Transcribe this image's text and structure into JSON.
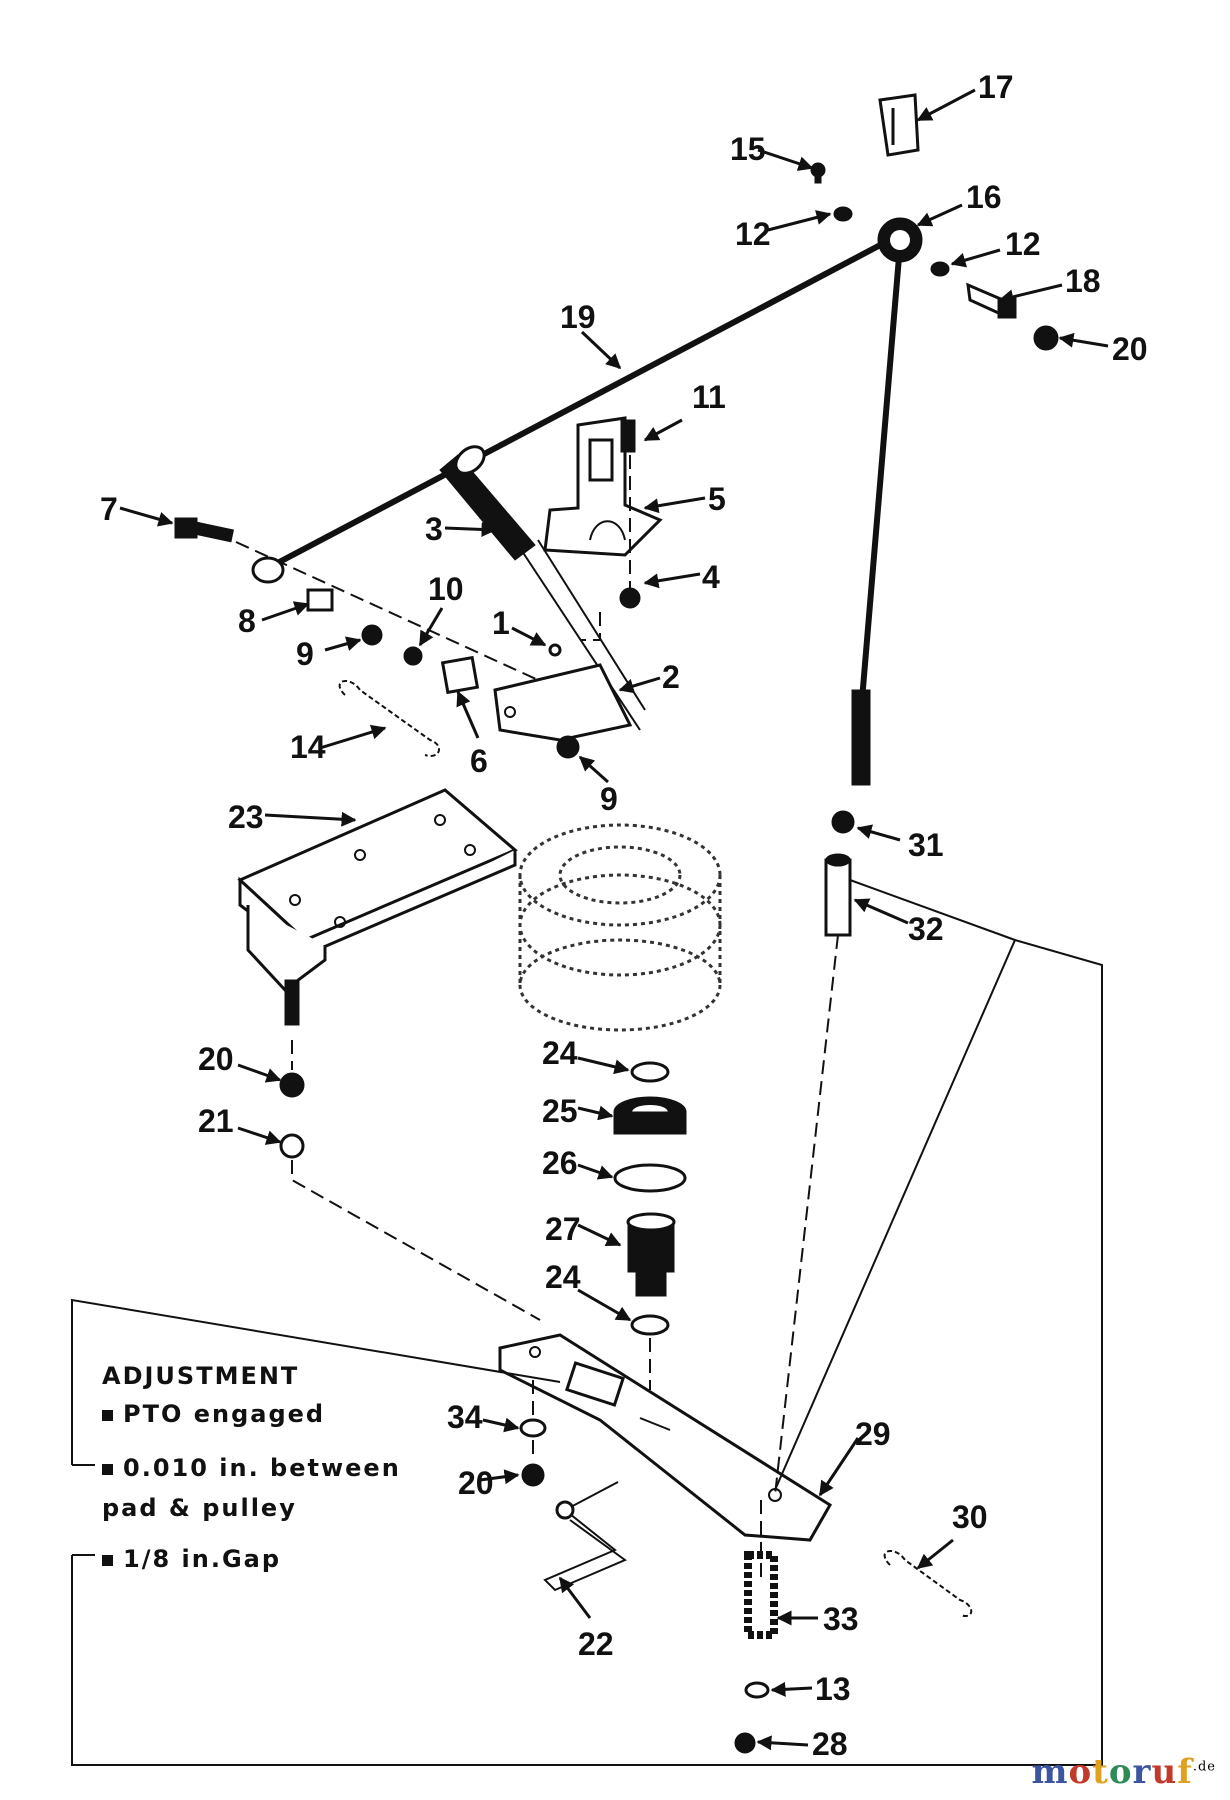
{
  "callouts": [
    "1",
    "2",
    "3",
    "4",
    "5",
    "6",
    "7",
    "8",
    "9",
    "9",
    "10",
    "11",
    "12",
    "12",
    "13",
    "14",
    "15",
    "16",
    "17",
    "18",
    "19",
    "20",
    "20",
    "20",
    "21",
    "22",
    "23",
    "24",
    "24",
    "25",
    "26",
    "27",
    "28",
    "29",
    "30",
    "31",
    "32",
    "33",
    "34"
  ],
  "adjustment": {
    "title": "ADJUSTMENT",
    "line1": "PTO engaged",
    "line2": "0.010 in. between",
    "line3": "pad & pulley",
    "line4": "1/8 in.Gap"
  },
  "watermark": {
    "main": "motoruf",
    "tld": ".de",
    "colors": [
      "#3b55a0",
      "#c0392b",
      "#e0a020",
      "#2e8b57"
    ]
  }
}
